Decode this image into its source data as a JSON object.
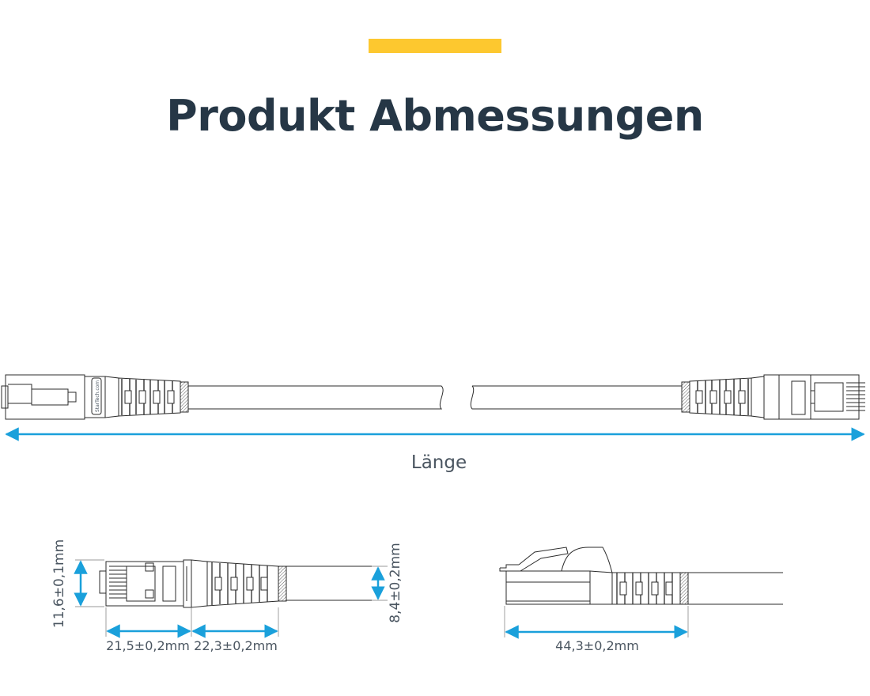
{
  "header": {
    "title": "Produkt Abmessungen",
    "accent_color": "#fdc82f",
    "title_color": "#263746"
  },
  "labels": {
    "length": "Länge",
    "connector_height": "11,6±0,1mm",
    "plug_length": "21,5±0,2mm",
    "boot_length": "22,3±0,2mm",
    "cable_diameter": "8,4±0,2mm",
    "total_connector_length": "44,3±0,2mm",
    "brand_mark": "StarTech.com"
  },
  "colors": {
    "dimension_arrow": "#1aa0db",
    "line_art": "#2b2b2b",
    "label_text": "#4a5560"
  }
}
